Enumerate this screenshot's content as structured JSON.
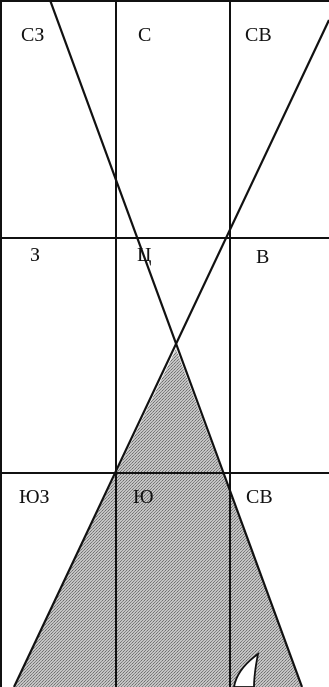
{
  "labels": {
    "nw": "СЗ",
    "n": "С",
    "ne": "СВ",
    "w": "З",
    "c": "Ц",
    "e": "В",
    "sw": "ЮЗ",
    "s": "Ю",
    "se": "СВ"
  },
  "colors": {
    "background": "#ffffff",
    "line": "#111111",
    "shade": "#bdbdbd"
  }
}
